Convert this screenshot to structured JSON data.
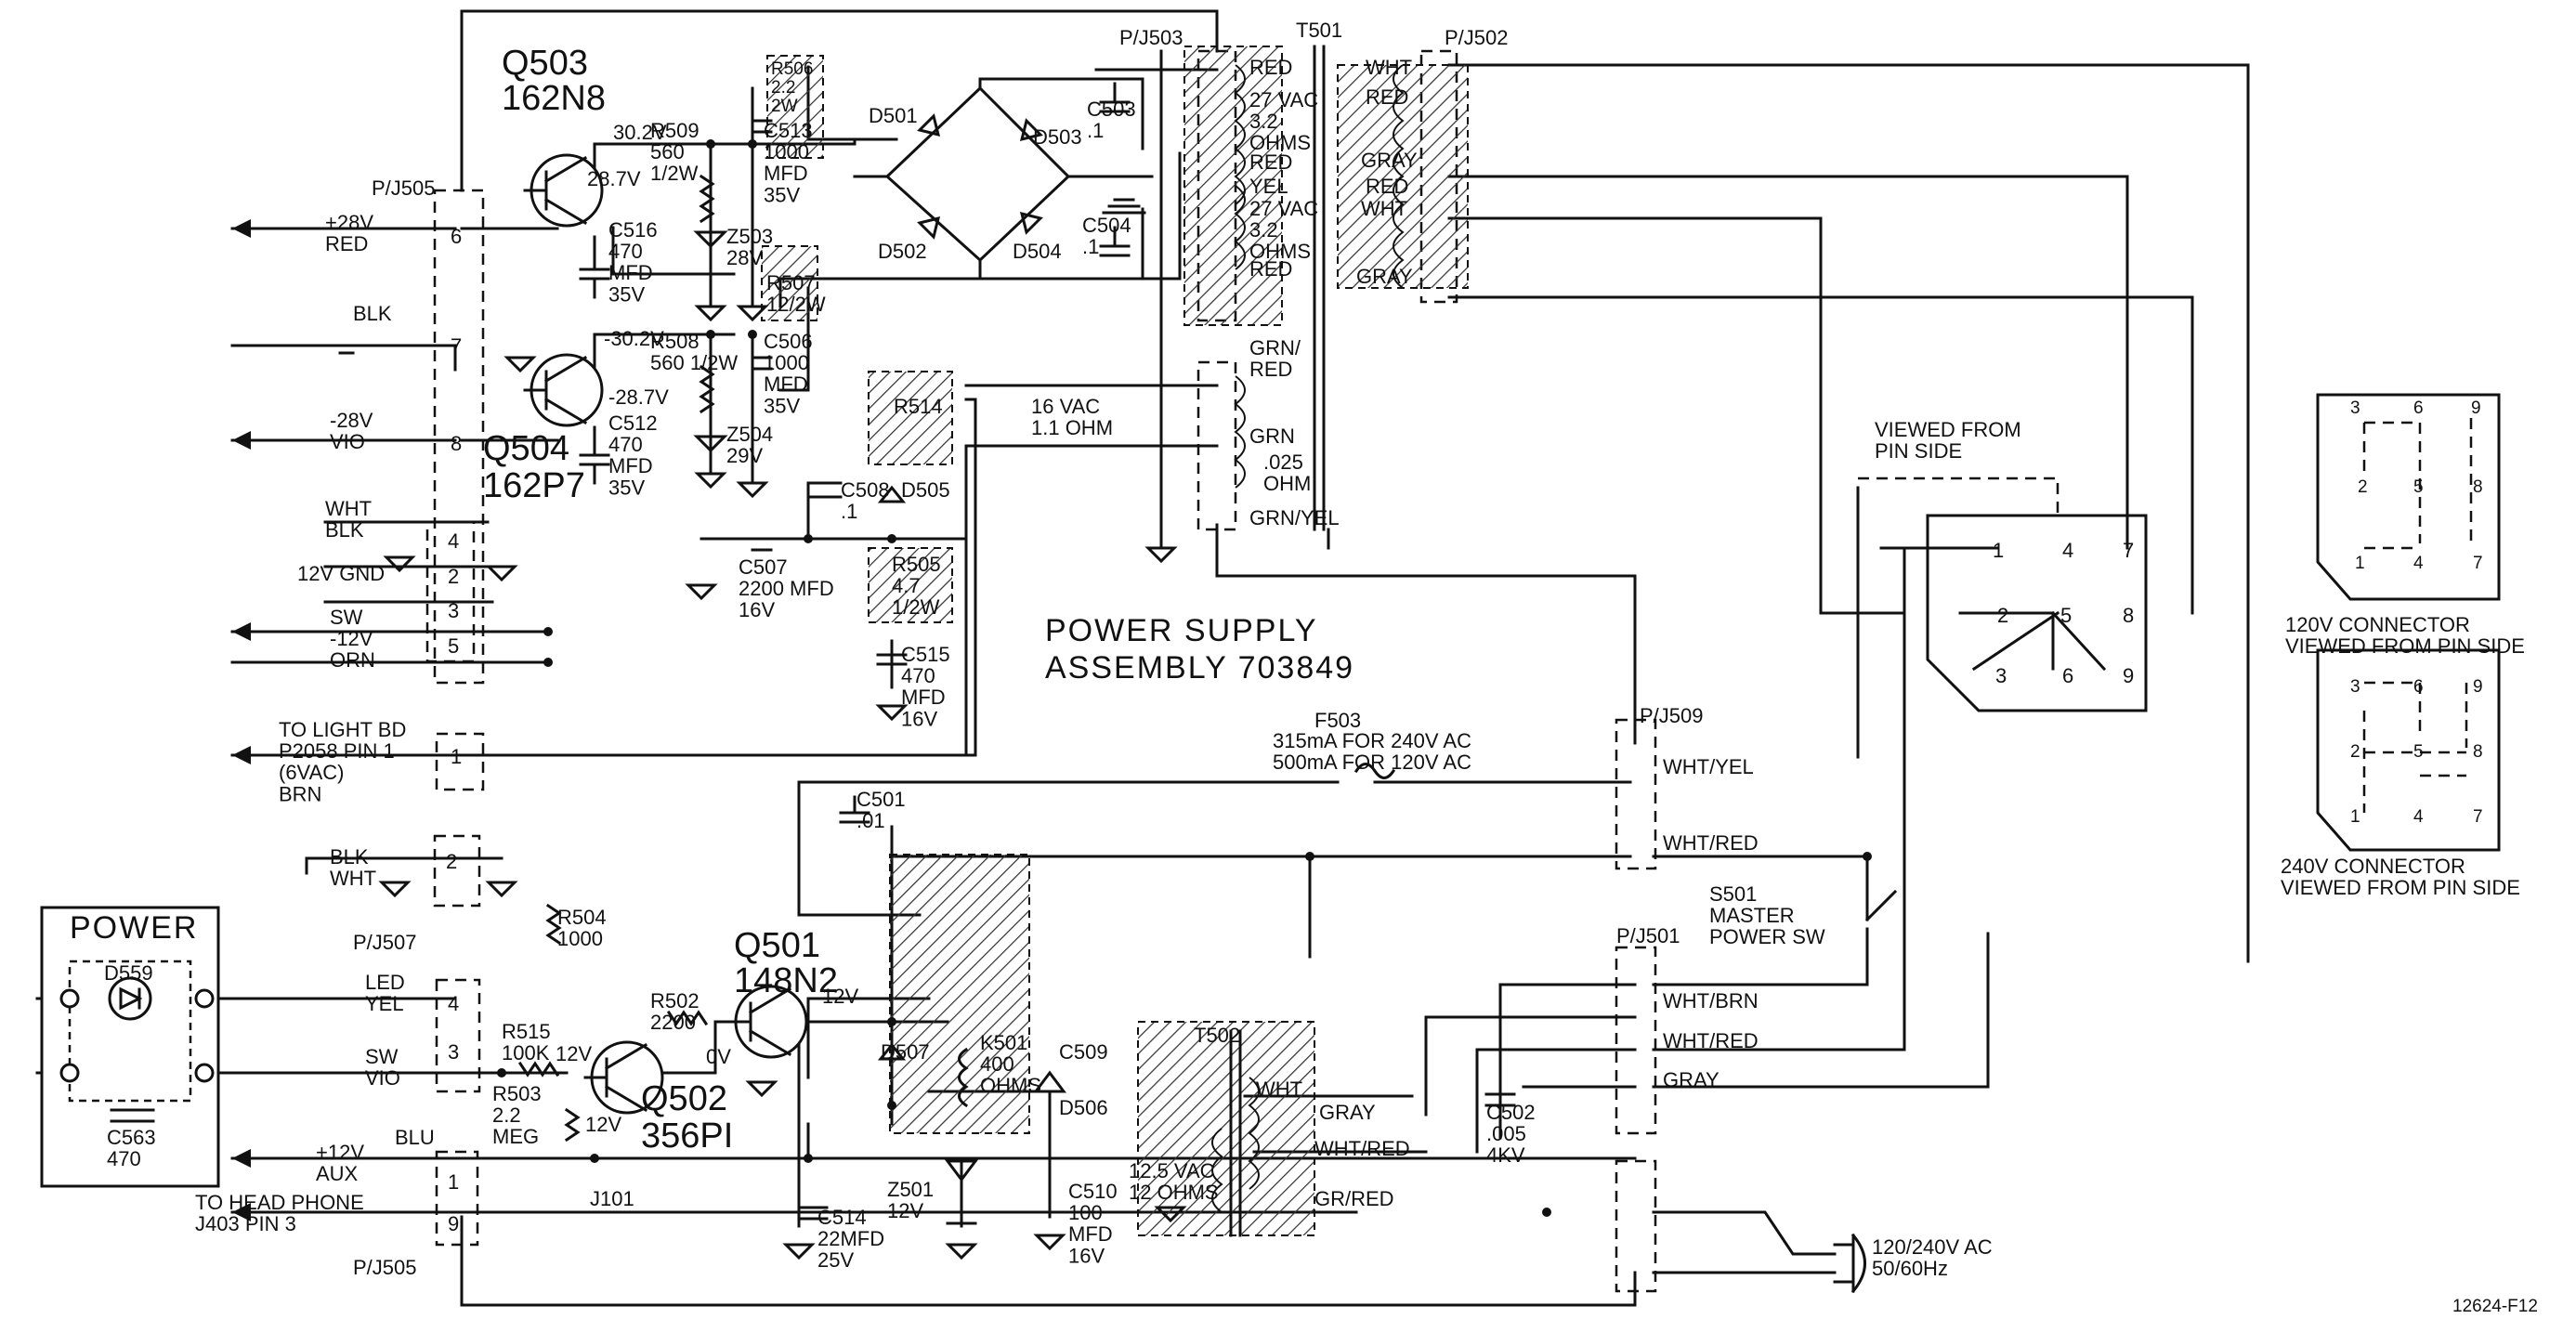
{
  "title": {
    "line1": "POWER  SUPPLY",
    "line2": "ASSEMBLY  703849"
  },
  "drawing_number": "12624-F12",
  "transistors": {
    "q503": {
      "ref": "Q503",
      "part": "162N8"
    },
    "q504": {
      "ref": "Q504",
      "part": "162P7"
    },
    "q501": {
      "ref": "Q501",
      "part": "148N2"
    },
    "q502": {
      "ref": "Q502",
      "part": "356PI"
    }
  },
  "components": {
    "r506": "R506\n2.2\n2W",
    "r509": "R509\n560\n1/2W",
    "c513": "C513\n1000\nMFD\n35V",
    "c516": "C516\n470\nMFD\n35V",
    "z503": "Z503\n28V",
    "r507": "R507\n12/2W",
    "r508": "R508\n560 1/2W",
    "c506": "C506\n1000\nMFD\n35V",
    "c512": "C512\n470\nMFD\n35V",
    "z504": "Z504\n29V",
    "r514": "R514",
    "c508": "C508\n.1",
    "d505": "D505",
    "c507": "C507\n2200 MFD\n16V",
    "r505": "R505\n4.7\n1/2W",
    "c515": "C515\n470\nMFD\n16V",
    "d501": "D501",
    "d502": "D502",
    "d503": "D503",
    "d504": "D504",
    "c503": "C503\n.1",
    "c504": "C504\n.1",
    "c501": "C501\n.01",
    "r504": "R504\n1000",
    "r515": "R515\n100K",
    "r502": "R502\n2200",
    "r503": "R503\n2.2\nMEG",
    "d507": "D507",
    "k501": "K501\n400\nOHMS",
    "c509": "C509",
    "d506": "D506",
    "c514": "C514\n22MFD\n25V",
    "z501": "Z501\n12V",
    "c510": "C510\n100\nMFD\n16V",
    "c502": "C502\n.005\n4KV",
    "c563": "C563\n470",
    "d559": "D559",
    "j101": "J101"
  },
  "voltages": {
    "v302p": "30.2V",
    "v287p": "28.7V",
    "v302n": "-30.2V",
    "v287n": "-28.7V",
    "v12a": "12V",
    "v12b": "12V",
    "v12c": "12V",
    "v0": "0V"
  },
  "connectors": {
    "pj505": "P/J505",
    "pj505b": "P/J505",
    "pj503": "P/J503",
    "pj502": "P/J502",
    "pj507": "P/J507",
    "pj509": "P/J509",
    "pj501": "P/J501",
    "t501": "T501",
    "t502": "T502"
  },
  "t501_windings": {
    "red1": "RED",
    "vac1": "27 VAC\n3.2\nOHMS",
    "red2": "RED",
    "yel": "YEL",
    "vac2": "27 VAC\n3.2\nOHMS",
    "red3": "RED",
    "grnred": "GRN/\nRED",
    "vac3": "16 VAC\n1.1 OHM",
    "grn": "GRN",
    "ohm025": ".025\nOHM",
    "grnyel": "GRN/YEL"
  },
  "t502_windings": {
    "wht": "WHT",
    "gray": "GRAY",
    "whtred": "WHT/RED",
    "grred": "GR/RED",
    "vac": "12.5 VAC\n12 OHMS"
  },
  "pj502_wires": {
    "wht": "WHT",
    "red1": "RED",
    "gray1": "GRAY",
    "red2": "RED",
    "wht2": "WHT",
    "gray2": "GRAY"
  },
  "left_outputs": {
    "p28": "+28V\nRED",
    "blk": "BLK",
    "m28": "-28V\nVIO",
    "whtblk": "WHT\nBLK",
    "gnd12": "12V GND",
    "sw12": "SW\n-12V\nORN",
    "light": "TO LIGHT BD\nP2058 PIN 1\n(6VAC)\nBRN",
    "blkwht": "BLK\nWHT",
    "led": "LED\nYEL",
    "sw": "SW\nVIO",
    "aux": "+12V\nAUX",
    "head": "TO HEAD PHONE\nJ403 PIN 3",
    "blu": "BLU"
  },
  "pin_numbers": {
    "p6": "6",
    "p7": "7",
    "p8": "8",
    "p4": "4",
    "p2": "2",
    "p3": "3",
    "p5": "5",
    "p1": "1",
    "p2b": "2",
    "p4b": "4",
    "p3b": "3",
    "p1b": "1",
    "p9": "9"
  },
  "power_module": {
    "title": "POWER"
  },
  "fuse": {
    "ref": "F503",
    "rating1": "315mA FOR 240V AC",
    "rating2": "500mA FOR 120V AC"
  },
  "pj509_wires": {
    "whtyel": "WHT/YEL",
    "whtred": "WHT/RED"
  },
  "pj501_wires": {
    "whtbrn": "WHT/BRN",
    "whtred": "WHT/RED",
    "gray": "GRAY"
  },
  "switch": {
    "label": "S501\nMASTER\nPOWER SW"
  },
  "selector": {
    "title": "VIEWED FROM\nPIN SIDE"
  },
  "mains": {
    "label": "120/240V AC\n50/60Hz"
  },
  "connector_120v": {
    "caption": "120V CONNECTOR\nVIEWED FROM PIN SIDE"
  },
  "connector_240v": {
    "caption": "240V CONNECTOR\nVIEWED FROM PIN SIDE"
  },
  "selector_pins": [
    "1",
    "2",
    "3",
    "4",
    "5",
    "6",
    "7",
    "8",
    "9"
  ]
}
